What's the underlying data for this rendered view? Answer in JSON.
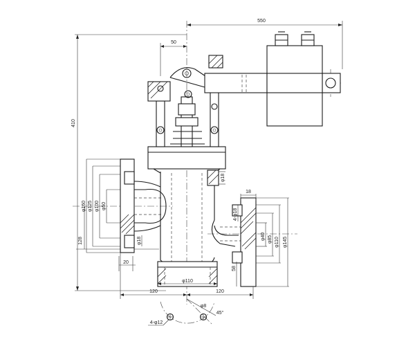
{
  "dimensions": {
    "overall_width": "550",
    "lever_offset": "50",
    "overall_height": "410",
    "lower_height": "128",
    "left_flange_od": "φ160",
    "left_flange_pcd": "φ125",
    "left_flange_rf": "φ100",
    "left_bore": "φ50",
    "left_bolt_hole": "φ18",
    "left_flange_thk": "20",
    "right_flange_od": "φ145",
    "right_flange_pcd": "φ110",
    "right_flange_rf": "φ85",
    "right_bore": "φ40",
    "right_bolt_hole": "4-φ18",
    "right_flange_thk": "18",
    "bonnet_hole": "φ18",
    "bottom_dia": "φ110",
    "bottom_height": "58",
    "half_left": "120",
    "half_right": "120",
    "pcd_bottom": "φ8",
    "angle": "45°",
    "bolt_holes_bottom": "4-φ12"
  }
}
